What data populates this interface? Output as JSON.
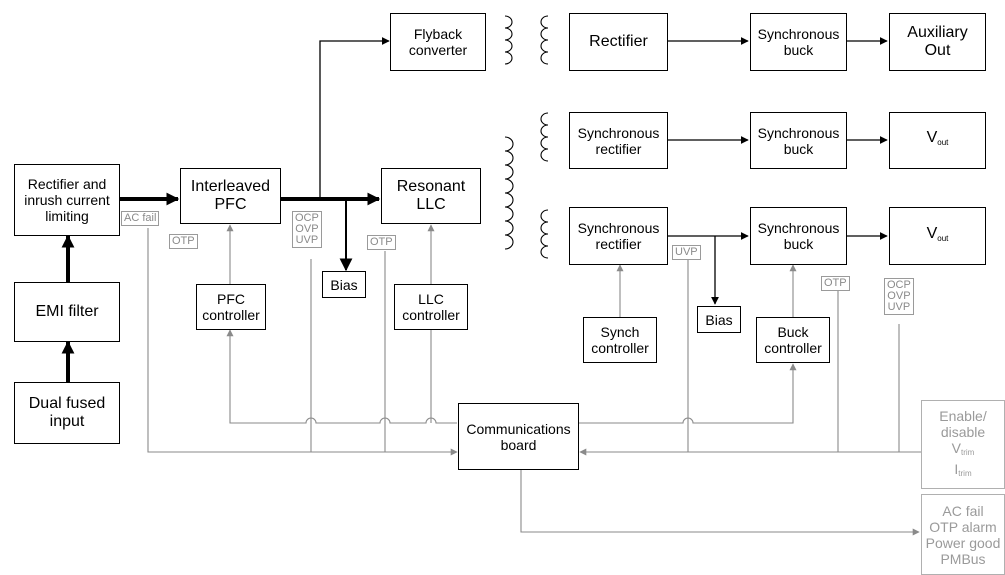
{
  "blocks": {
    "rectifier_inrush": [
      "Rectifier and",
      "inrush current",
      "limiting"
    ],
    "emi_filter": [
      "EMI filter"
    ],
    "dual_fused_input": [
      "Dual fused",
      "input"
    ],
    "interleaved_pfc": [
      "Interleaved",
      "PFC"
    ],
    "pfc_controller": [
      "PFC",
      "controller"
    ],
    "flyback_converter": [
      "Flyback",
      "converter"
    ],
    "resonant_llc": [
      "Resonant",
      "LLC"
    ],
    "bias_primary": "Bias",
    "llc_controller": [
      "LLC",
      "controller"
    ],
    "rectifier_aux": "Rectifier",
    "sync_buck_aux": [
      "Synchronous",
      "buck"
    ],
    "auxiliary_out": [
      "Auxiliary",
      "Out"
    ],
    "sync_rectifier_1": [
      "Synchronous",
      "rectifier"
    ],
    "sync_buck_1": [
      "Synchronous",
      "buck"
    ],
    "vout_1": {
      "main": "V",
      "sub": "out"
    },
    "sync_rectifier_2": [
      "Synchronous",
      "rectifier"
    ],
    "sync_buck_2": [
      "Synchronous",
      "buck"
    ],
    "vout_2": {
      "main": "V",
      "sub": "out"
    },
    "synch_controller": [
      "Synch",
      "controller"
    ],
    "bias_secondary": "Bias",
    "buck_controller": [
      "Buck",
      "controller"
    ],
    "communications_board": [
      "Communications",
      "board"
    ]
  },
  "tags": {
    "ac_fail": "AC fail",
    "otp_pfc": "OTP",
    "ocp_ovp_uvp_primary": [
      "OCP",
      "OVP",
      "UVP"
    ],
    "otp_llc": "OTP",
    "uvp_secondary": "UVP",
    "otp_secondary": "OTP",
    "ocp_ovp_uvp_secondary": [
      "OCP",
      "OVP",
      "UVP"
    ]
  },
  "io_boxes": {
    "enable_disable": {
      "line1": "Enable/",
      "line2": "disable",
      "v": "V",
      "v_sub": "trim",
      "i": "I",
      "i_sub": "trim"
    },
    "status_outputs": [
      "AC fail",
      "OTP alarm",
      "Power good",
      "PMBus"
    ]
  },
  "colors": {
    "line": "#000000",
    "signal": "#8a8a8a",
    "tag_border": "#9a9a9a",
    "io_text": "#9a9a9a"
  }
}
